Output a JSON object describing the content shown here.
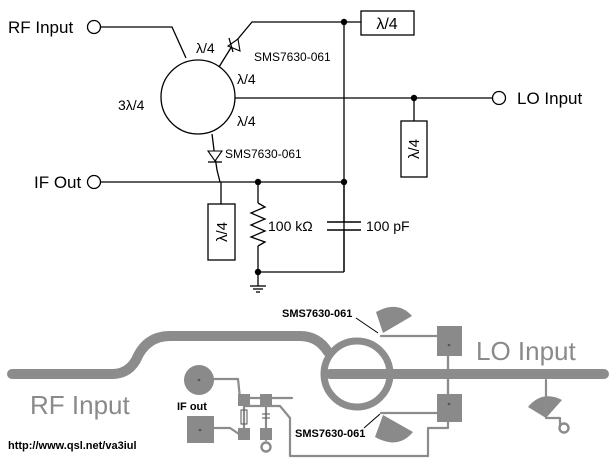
{
  "schematic": {
    "rf_input_label": "RF Input",
    "lo_input_label": "LO Input",
    "if_out_label": "IF Out",
    "quarter_wave_upper_left": "λ/4",
    "quarter_wave_right_top": "λ/4",
    "quarter_wave_right_bottom": "λ/4",
    "three_quarter_wave": "3λ/4",
    "stub_top": "λ/4",
    "stub_lo": "λ/4",
    "stub_if": "λ/4",
    "diode_top": "SMS7630-061",
    "diode_bottom": "SMS7630-061",
    "resistor_value": "100 kΩ",
    "capacitor_value": "100 pF"
  },
  "layout": {
    "diode_top": "SMS7630-061",
    "diode_bottom": "SMS7630-061",
    "lo_input_label": "LO Input",
    "rf_input_label": "RF Input",
    "if_out_label": "IF out",
    "url": "http://www.qsl.net/va3iul"
  },
  "colors": {
    "trace": "#8c8c8c",
    "pad": "#8a8a8a",
    "text_on_trace": "#8a8a8a",
    "ink": "#000000"
  }
}
